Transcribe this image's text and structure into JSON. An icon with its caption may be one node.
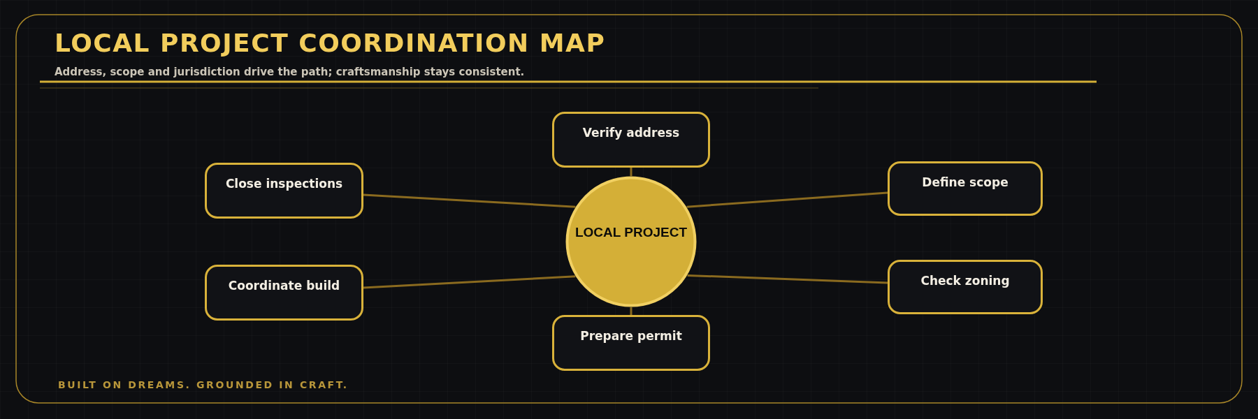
{
  "diagram": {
    "title": "LOCAL PROJECT COORDINATION MAP",
    "nodes": [
      {
        "text": [
          "LOCAL PROJECT"
        ]
      },
      {
        "text": [
          "Verify address"
        ]
      },
      {
        "text": [
          "Define scope"
        ]
      },
      {
        "text": [
          "Check zoning"
        ]
      },
      {
        "text": [
          "Prepare permit"
        ]
      },
      {
        "text": [
          "Coordinate build"
        ]
      },
      {
        "text": [
          "Close inspections"
        ]
      }
    ],
    "edges": [
      {
        "from": 0,
        "to": 1,
        "arrow": "none"
      },
      {
        "from": 0,
        "to": 2,
        "arrow": "none"
      },
      {
        "from": 0,
        "to": 3,
        "arrow": "none"
      },
      {
        "from": 0,
        "to": 4,
        "arrow": "none"
      },
      {
        "from": 0,
        "to": 5,
        "arrow": "none"
      },
      {
        "from": 0,
        "to": 6,
        "arrow": "none"
      }
    ],
    "labels": [
      "Address, scope and jurisdiction drive the path; craftsmanship stays consistent.",
      "BUILT ON DREAMS. GROUNDED IN CRAFT."
    ]
  }
}
